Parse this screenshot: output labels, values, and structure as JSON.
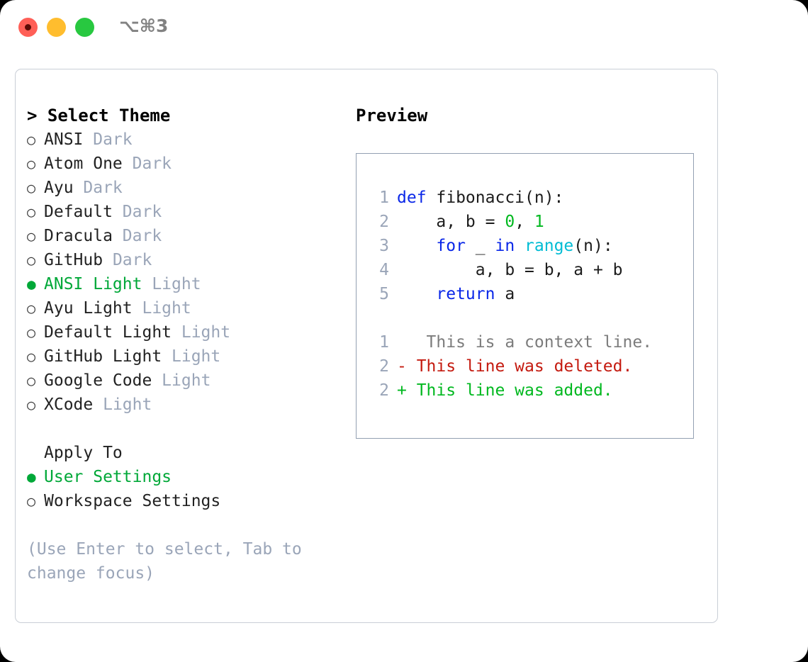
{
  "titlebar": {
    "buttons": [
      {
        "name": "close-button",
        "color": "#ff5f57"
      },
      {
        "name": "minimize-button",
        "color": "#ffbd2e"
      },
      {
        "name": "zoom-button",
        "color": "#28c840"
      }
    ],
    "shortcut": "⌥⌘3"
  },
  "theme_selector": {
    "heading": "> Select Theme",
    "items": [
      {
        "bullet": "○",
        "name": "ANSI",
        "suffix": "Dark",
        "selected": false
      },
      {
        "bullet": "○",
        "name": "Atom One",
        "suffix": "Dark",
        "selected": false
      },
      {
        "bullet": "○",
        "name": "Ayu",
        "suffix": "Dark",
        "selected": false
      },
      {
        "bullet": "○",
        "name": "Default",
        "suffix": "Dark",
        "selected": false
      },
      {
        "bullet": "○",
        "name": "Dracula",
        "suffix": "Dark",
        "selected": false
      },
      {
        "bullet": "○",
        "name": "GitHub",
        "suffix": "Dark",
        "selected": false
      },
      {
        "bullet": "●",
        "name": "ANSI Light",
        "suffix": "Light",
        "selected": true
      },
      {
        "bullet": "○",
        "name": "Ayu Light",
        "suffix": "Light",
        "selected": false
      },
      {
        "bullet": "○",
        "name": "Default Light",
        "suffix": "Light",
        "selected": false
      },
      {
        "bullet": "○",
        "name": "GitHub Light",
        "suffix": "Light",
        "selected": false
      },
      {
        "bullet": "○",
        "name": "Google Code",
        "suffix": "Light",
        "selected": false
      },
      {
        "bullet": "○",
        "name": "XCode",
        "suffix": "Light",
        "selected": false
      }
    ]
  },
  "apply_to": {
    "heading": "Apply To",
    "items": [
      {
        "bullet": "●",
        "name": "User Settings",
        "selected": true
      },
      {
        "bullet": "○",
        "name": "Workspace Settings",
        "selected": false
      }
    ]
  },
  "hint": "(Use Enter to select, Tab to change focus)",
  "preview": {
    "heading": "Preview",
    "code_lines": [
      {
        "num": "1",
        "segments": [
          {
            "t": "def",
            "c": "kw"
          },
          {
            "t": " fibonacci(n):",
            "c": "plain"
          }
        ]
      },
      {
        "num": "2",
        "segments": [
          {
            "t": "    a, b = ",
            "c": "plain"
          },
          {
            "t": "0",
            "c": "num"
          },
          {
            "t": ", ",
            "c": "plain"
          },
          {
            "t": "1",
            "c": "num"
          }
        ]
      },
      {
        "num": "3",
        "segments": [
          {
            "t": "    ",
            "c": "plain"
          },
          {
            "t": "for",
            "c": "kw"
          },
          {
            "t": " _ ",
            "c": "plain"
          },
          {
            "t": "in",
            "c": "kw"
          },
          {
            "t": " ",
            "c": "plain"
          },
          {
            "t": "range",
            "c": "fn"
          },
          {
            "t": "(n):",
            "c": "plain"
          }
        ]
      },
      {
        "num": "4",
        "segments": [
          {
            "t": "        a, b = b, a + b",
            "c": "plain"
          }
        ]
      },
      {
        "num": "5",
        "segments": [
          {
            "t": "    ",
            "c": "plain"
          },
          {
            "t": "return",
            "c": "kw"
          },
          {
            "t": " a",
            "c": "plain"
          }
        ]
      }
    ],
    "diff_lines": [
      {
        "num": "1",
        "marker": " ",
        "text": "  This is a context line.",
        "kind": "ctx"
      },
      {
        "num": "2",
        "marker": "-",
        "text": " This line was deleted.",
        "kind": "del"
      },
      {
        "num": "2",
        "marker": "+",
        "text": " This line was added.",
        "kind": "add"
      }
    ]
  },
  "colors": {
    "accent_green": "#00a838",
    "muted": "#9aa5b8",
    "keyword": "#0a27e8",
    "function": "#00bcd4",
    "number": "#00b81f",
    "diff_deleted": "#c41a0f",
    "diff_added": "#00b81f",
    "diff_context": "#7c7c7c"
  }
}
